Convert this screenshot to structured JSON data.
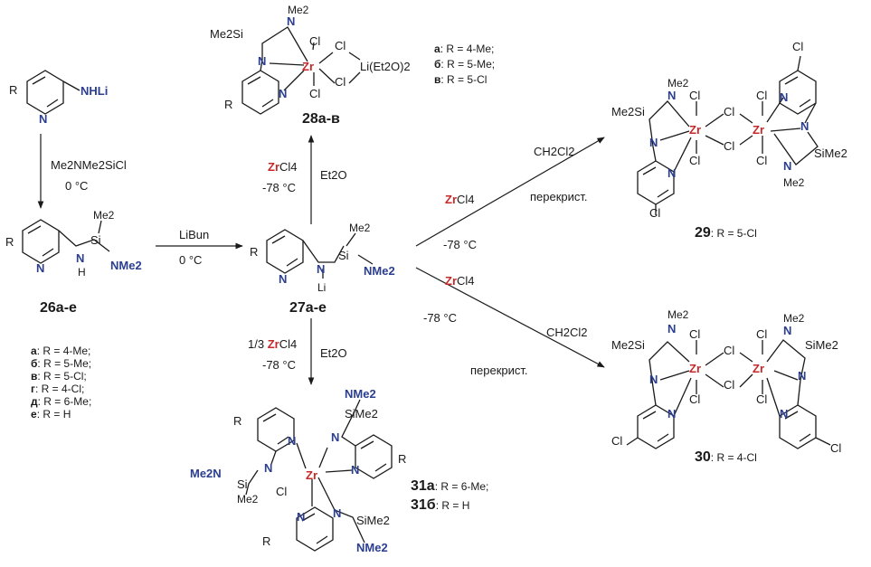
{
  "colors": {
    "nitrogen": "#2b3e8f",
    "zirconium": "#c62828",
    "bond": "#1a1a1a"
  },
  "atoms": {
    "r": "R",
    "n": "N",
    "h": "H",
    "li": "Li",
    "si": "Si",
    "zr": "Zr",
    "cl": "Cl",
    "me2": "Me2",
    "me2n": "Me2N",
    "me2si": "Me2Si",
    "sime2": "SiMe2",
    "nhli": "NHLi",
    "nme2": "NMe2",
    "liet2o2": "Li(Et2O)2"
  },
  "reagents": {
    "silyl_chloride": "Me2NMe2SiCl",
    "zero_c": "0 °C",
    "libu": "LiBun",
    "zrcl4": "ZrCl4",
    "zr_part": "Zr",
    "cl4_part": "Cl4",
    "third_prefix": "1/3",
    "et2o": "Et2O",
    "minus78": "-78 °C",
    "ch2cl2": "CH2Cl2",
    "recryst": "перекрист."
  },
  "compounds": {
    "c26": "26а-е",
    "c27": "27а-е",
    "c28": "28а-в",
    "c29_num": "29",
    "c29_r": ": R = 5-Cl",
    "c30_num": "30",
    "c30_r": ": R = 4-Cl",
    "c31a": "31а",
    "c31a_r": ": R = 6-Me;",
    "c31b": "31б",
    "c31b_r": ": R = H"
  },
  "legend_26": [
    {
      "key": "а",
      "text": ": R = 4-Me;"
    },
    {
      "key": "б",
      "text": ": R = 5-Me;"
    },
    {
      "key": "в",
      "text": ": R = 5-Cl;"
    },
    {
      "key": "г",
      "text": ": R = 4-Cl;"
    },
    {
      "key": "д",
      "text": ": R = 6-Me;"
    },
    {
      "key": "е",
      "text": ": R = H"
    }
  ],
  "legend_28": [
    {
      "key": "а",
      "text": ": R = 4-Me;"
    },
    {
      "key": "б",
      "text": ": R = 5-Me;"
    },
    {
      "key": "в",
      "text": ": R = 5-Cl"
    }
  ]
}
